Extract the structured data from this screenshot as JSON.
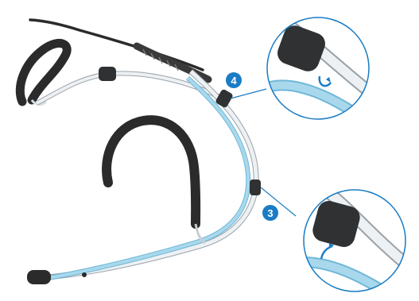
{
  "illustration": {
    "subject": "headset-microphone-cable-clip-mounting",
    "colors": {
      "cable_blue": "#a9d8ec",
      "cable_blue_edge": "#6fb8d8",
      "cable_white": "#e8ecef",
      "cable_white_edge": "#9aa3aa",
      "frame_black": "#2b2b2b",
      "clip_dark": "#2f3133",
      "badge_blue": "#1a7cc4",
      "arrow_blue": "#1a7cc4",
      "zoom_circle_stroke": "#1a7cc4"
    }
  },
  "callouts": [
    {
      "number": "4",
      "icon": "clip-attach-detail"
    },
    {
      "number": "3",
      "icon": "clip-attach-detail"
    }
  ]
}
